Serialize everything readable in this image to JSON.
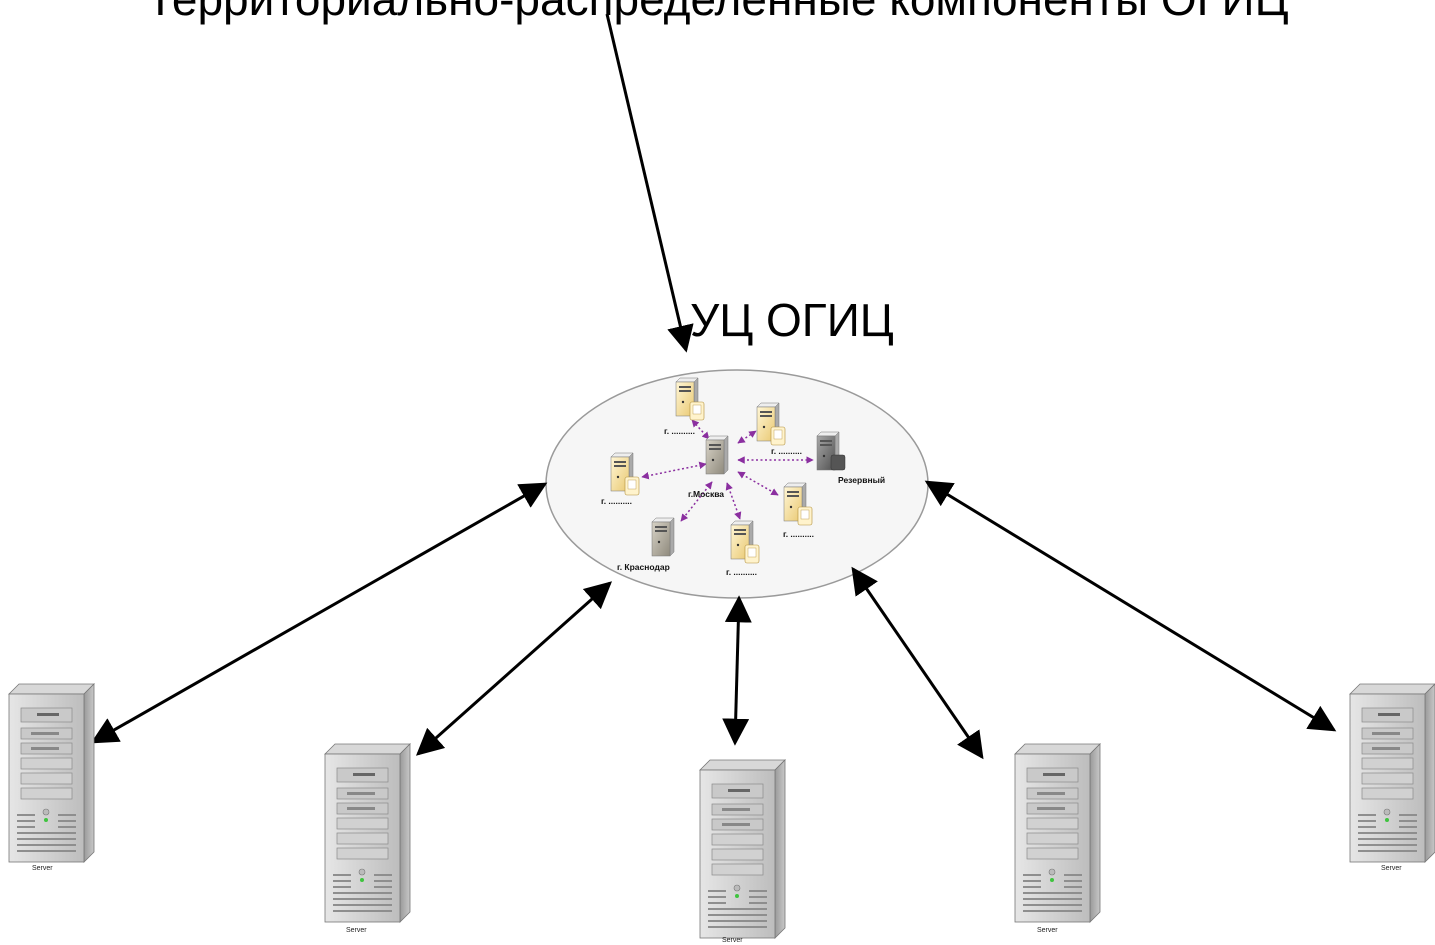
{
  "title": "Территориально-распределенные компоненты ОГИЦ",
  "ca_label": "УЦ ОГИЦ",
  "cluster": {
    "center": {
      "label": "г.Москва",
      "icon": "server-dark-icon"
    },
    "nodes": [
      {
        "id": "top",
        "label": "г. ..........",
        "icon": "server-yellow-icon"
      },
      {
        "id": "top-right",
        "label": "г. ..........",
        "icon": "server-yellow-icon"
      },
      {
        "id": "left",
        "label": "г. ..........",
        "icon": "server-yellow-icon"
      },
      {
        "id": "right",
        "label": "г. ..........",
        "icon": "server-yellow-icon"
      },
      {
        "id": "bottom",
        "label": "г. ..........",
        "icon": "server-yellow-icon"
      },
      {
        "id": "krasnodar",
        "label": "г. Краснодар",
        "icon": "server-dark-icon"
      },
      {
        "id": "reserve",
        "label": "Резервный",
        "icon": "server-gray-icon"
      }
    ]
  },
  "servers": [
    {
      "id": "server-1",
      "caption": "Server"
    },
    {
      "id": "server-2",
      "caption": "Server"
    },
    {
      "id": "server-3",
      "caption": "Server"
    },
    {
      "id": "server-4",
      "caption": "Server"
    },
    {
      "id": "server-5",
      "caption": "Server"
    }
  ],
  "colors": {
    "arrow": "#000000",
    "dotted_link": "#8b2fa0",
    "ellipse_stroke": "#9a9a9a",
    "server_body": "#cfcfcf",
    "yellow_server": "#f3dea0"
  }
}
